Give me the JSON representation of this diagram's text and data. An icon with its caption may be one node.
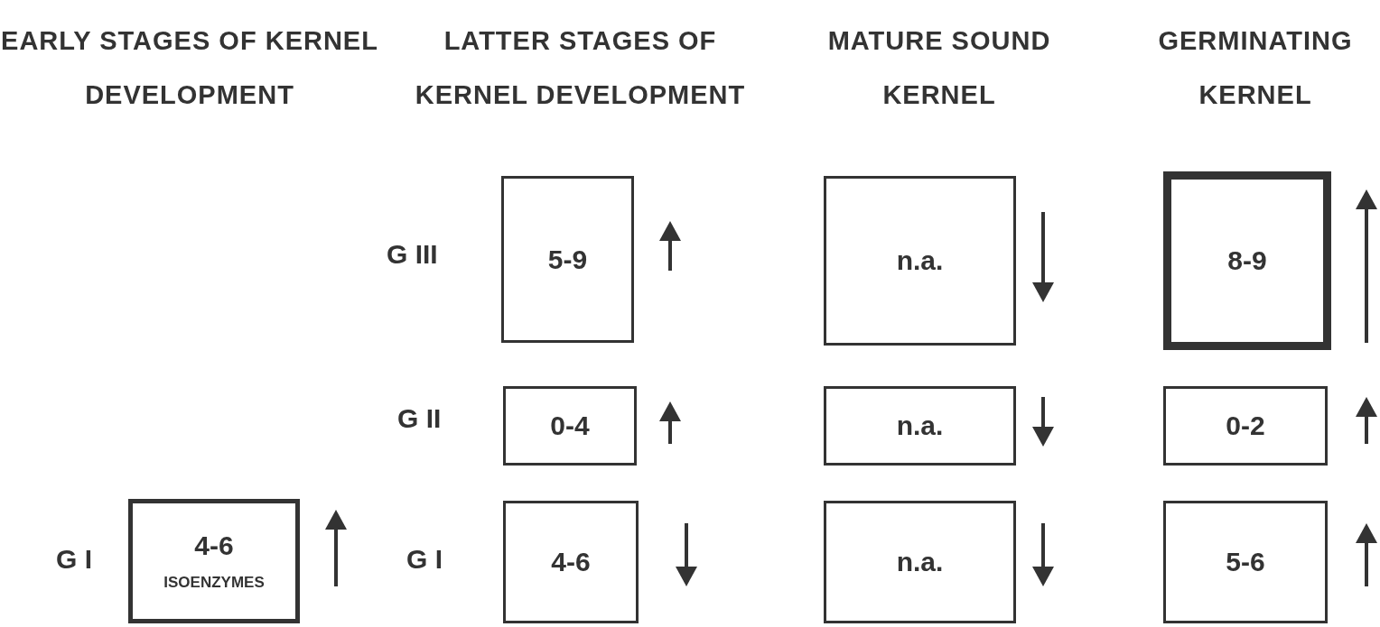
{
  "diagram": {
    "nodes": [
      {
        "text": [
          "5-9"
        ]
      },
      {
        "text": [
          "n.a."
        ]
      },
      {
        "text": [
          "8-9"
        ]
      },
      {
        "text": [
          "0-4"
        ]
      },
      {
        "text": [
          "n.a."
        ]
      },
      {
        "text": [
          "0-2"
        ]
      },
      {
        "text": [
          "4-6",
          "ISOENZYMES"
        ]
      },
      {
        "text": [
          "4-6"
        ]
      },
      {
        "text": [
          "n.a."
        ]
      },
      {
        "text": [
          "5-6"
        ]
      }
    ],
    "labels": [
      "EARLY STAGES OF KERNEL DEVELOPMENT",
      "LATTER STAGES OF KERNEL DEVELOPMENT",
      "MATURE SOUND KERNEL",
      "GERMINATING KERNEL",
      "G III",
      "G II",
      "G I",
      "G I"
    ]
  }
}
